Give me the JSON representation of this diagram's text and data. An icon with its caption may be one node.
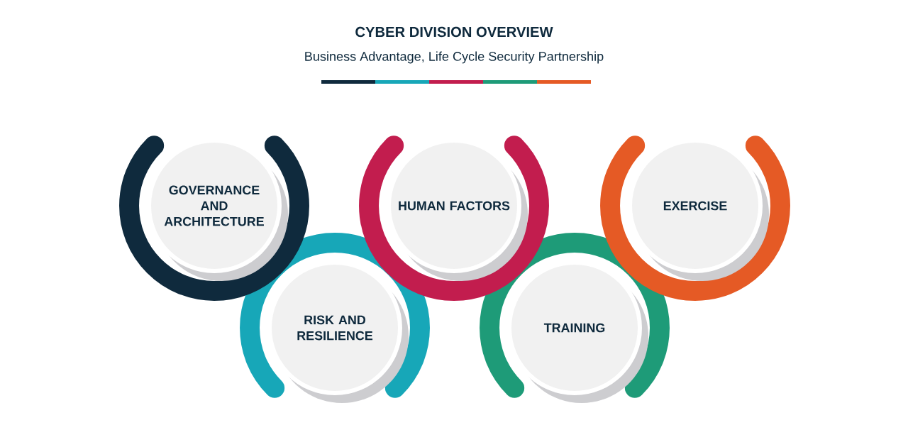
{
  "diagram": {
    "title": "CYBER DIVISION OVERVIEW",
    "nodes": [
      {
        "text": [
          "GOVERNANCE AND ARCHITECTURE"
        ]
      },
      {
        "text": [
          "RISK AND RESILIENCE"
        ]
      },
      {
        "text": [
          "HUMAN FACTORS"
        ]
      },
      {
        "text": [
          "TRAINING"
        ]
      },
      {
        "text": [
          "EXERCISE"
        ]
      }
    ],
    "labels": [
      "Business Advantage, Life Cycle Security Partnership"
    ]
  }
}
